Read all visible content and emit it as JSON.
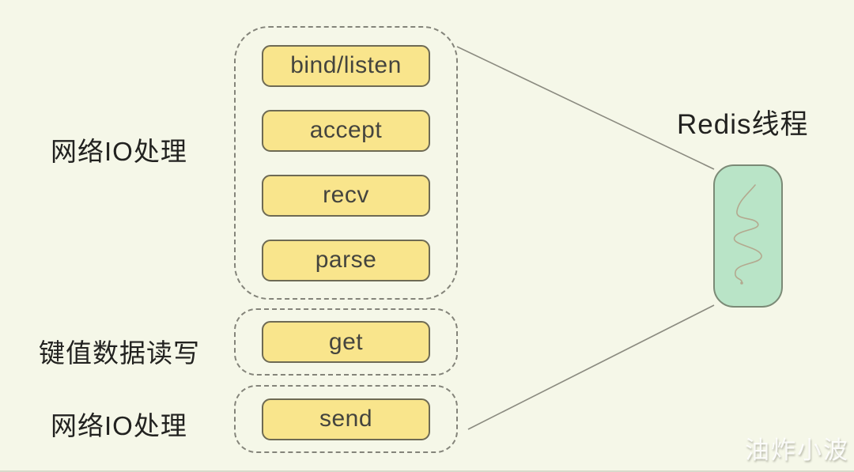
{
  "groups": [
    {
      "label": "网络IO处理",
      "boxes": [
        "bind/listen",
        "accept",
        "recv",
        "parse"
      ]
    },
    {
      "label": "键值数据读写",
      "boxes": [
        "get"
      ]
    },
    {
      "label": "网络IO处理",
      "boxes": [
        "send"
      ]
    }
  ],
  "redis": {
    "label": "Redis线程"
  },
  "watermark": "油炸小波",
  "colors": {
    "background": "#f5f7e8",
    "box_fill": "#f9e58c",
    "box_border": "#6e6a54",
    "box_text": "#44443e",
    "dashed_border": "#84847a",
    "thread_fill": "#b9e4c7",
    "thread_border": "#7b8a76",
    "thread_squiggle": "#b3a98f",
    "connector_line": "#8b8b80",
    "label_text": "#222220"
  }
}
